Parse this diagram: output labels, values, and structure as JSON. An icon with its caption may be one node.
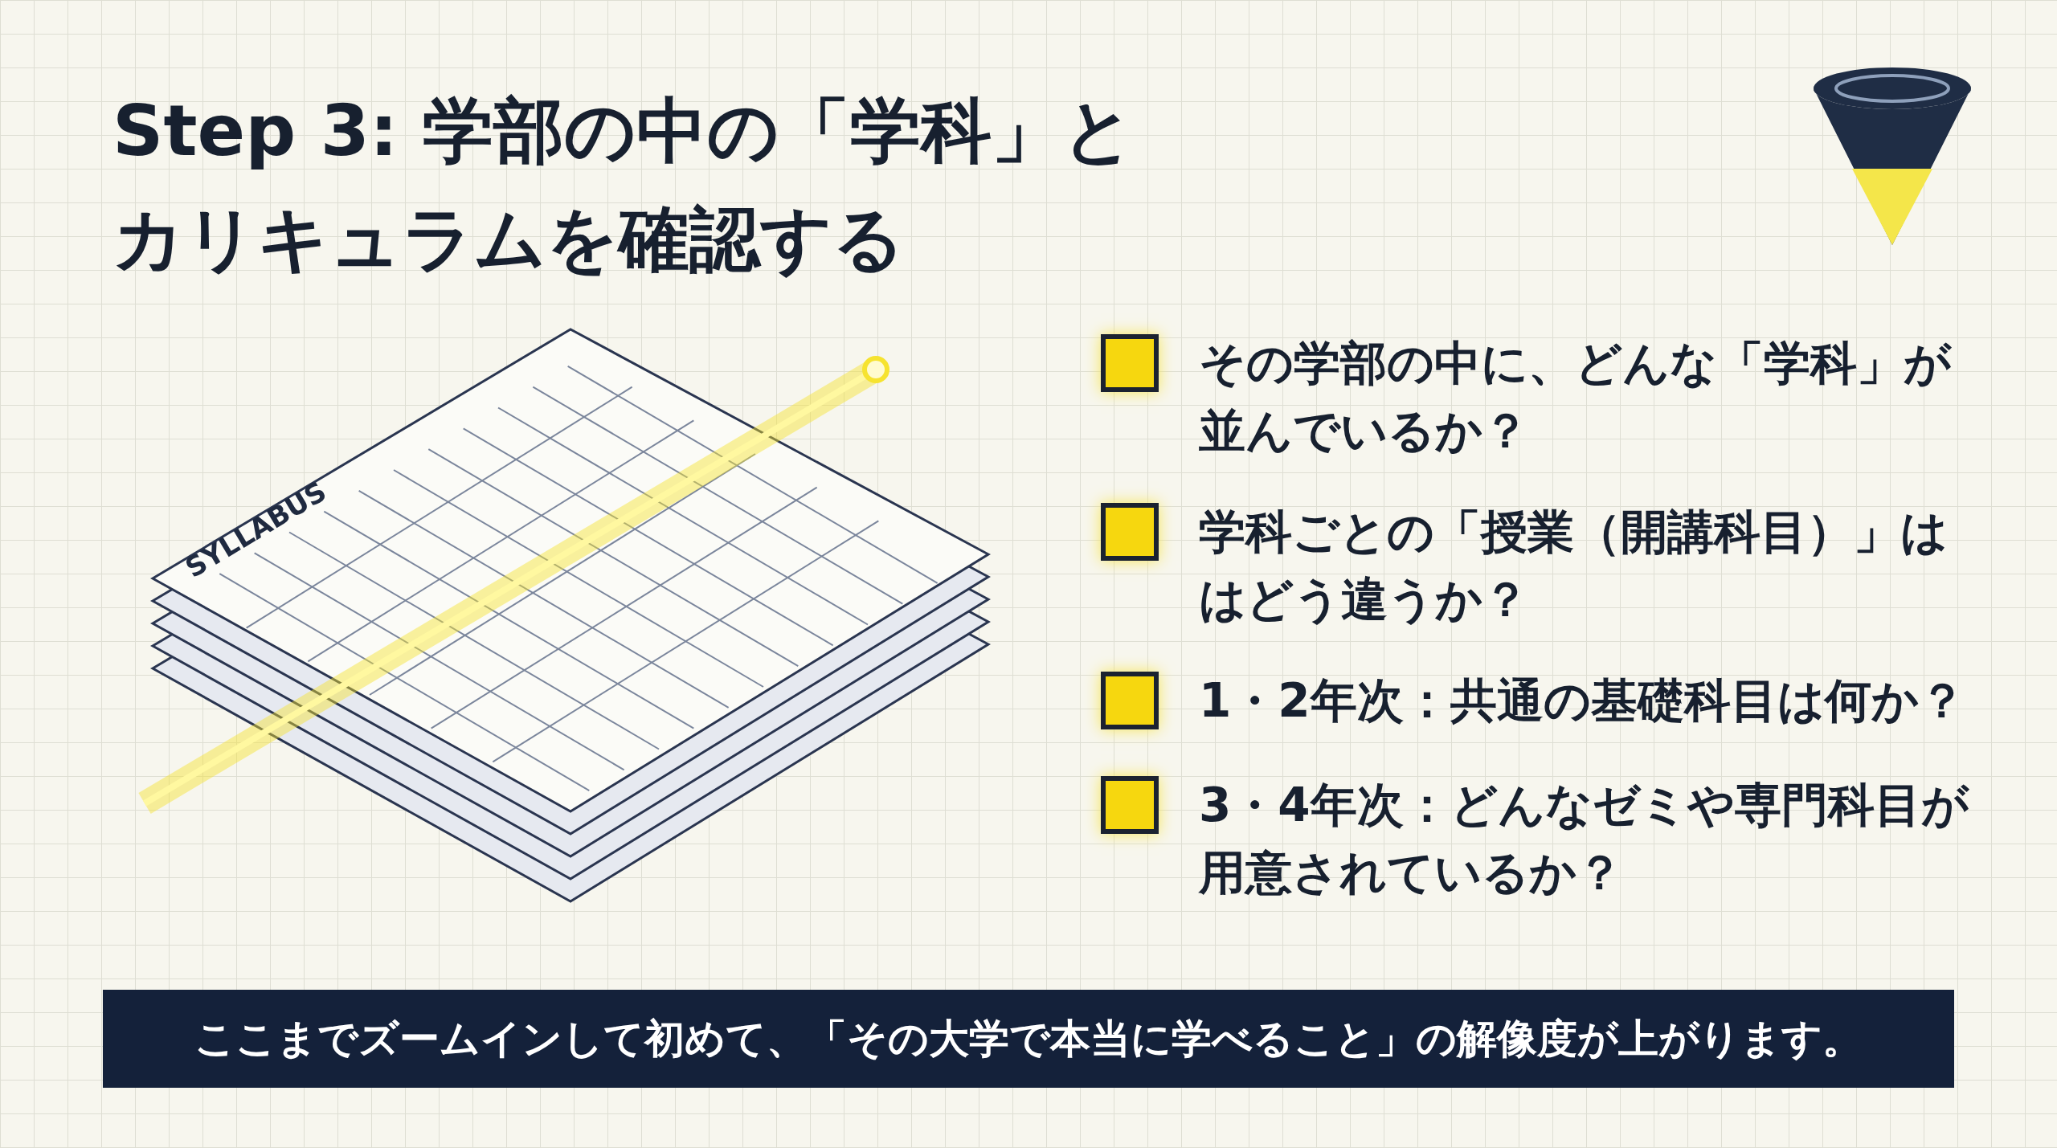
{
  "diagram": {
    "title": "Step 3: 学部の中の「学科」とカリキュラムを確認する",
    "labels": [
      "SYLLABUS",
      "その学部の中に、どんな「学科」が並んでいるか？",
      "学科ごとの「授業（開講科目）」ははどう違うか？",
      "1・2年次：共通の基礎科目は何か？",
      "3・4年次：どんなゼミや専門科目が用意されているか？",
      "ここまでズームインして初めて、「その大学で本当に学べること」の解像度が上がります。"
    ]
  }
}
